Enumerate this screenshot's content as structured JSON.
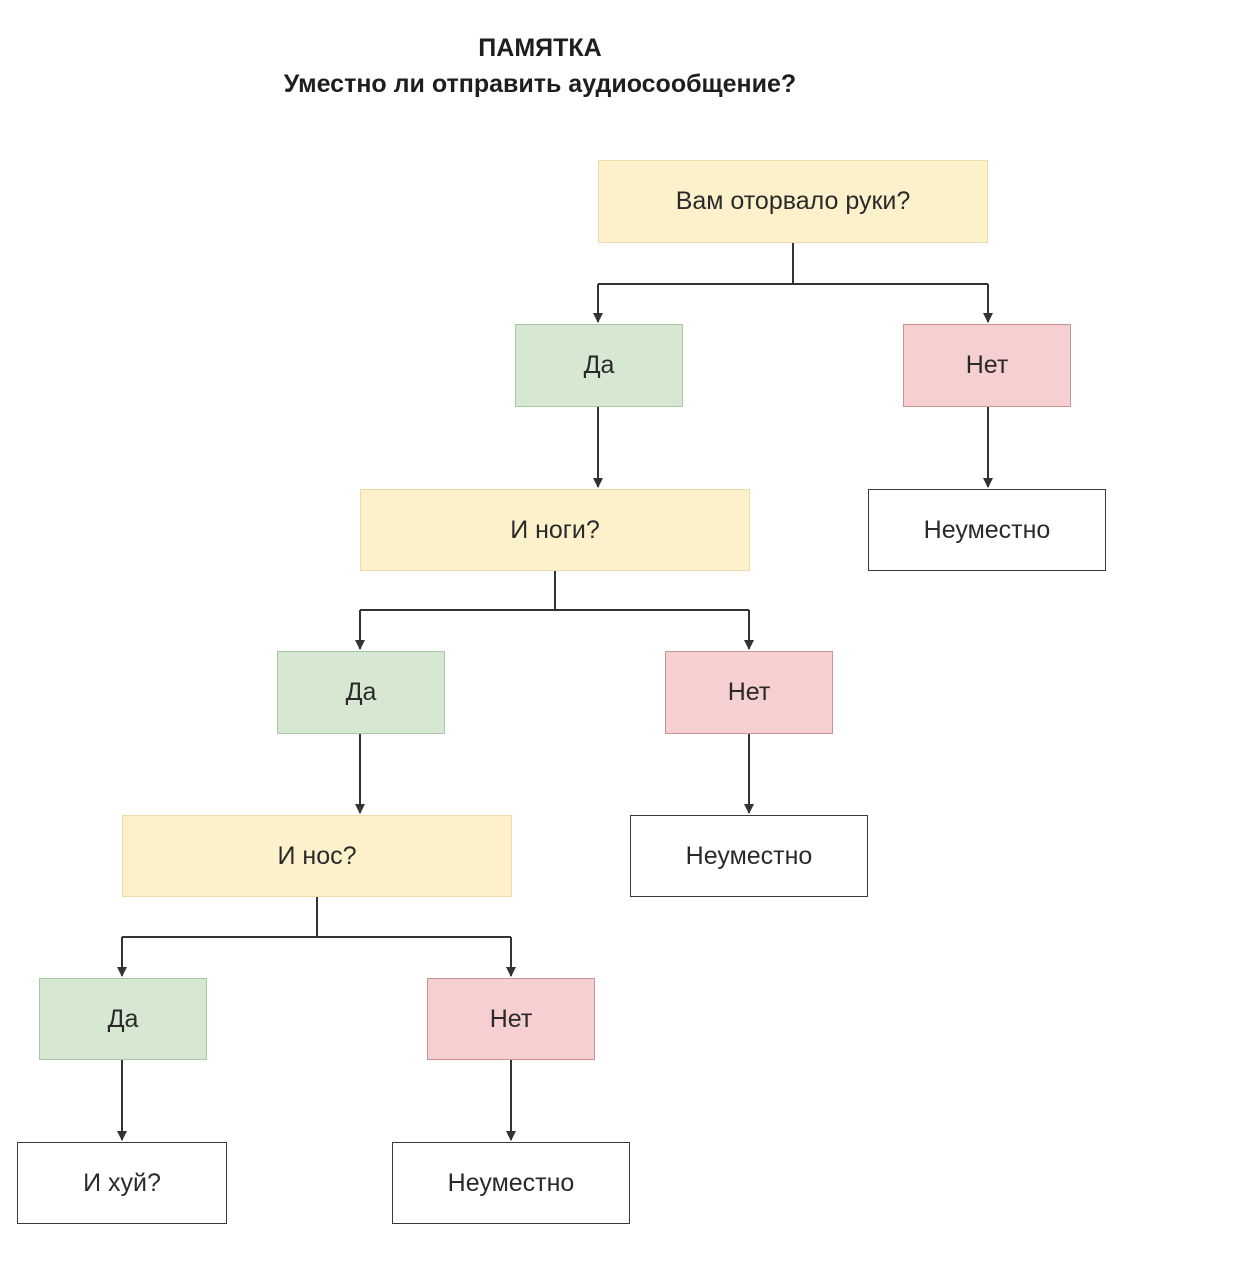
{
  "header": {
    "title": "ПАМЯТКА",
    "subtitle": "Уместно ли отправить аудиосообщение?"
  },
  "nodes": {
    "q_hands": "Вам оторвало руки?",
    "yes_1": "Да",
    "no_1": "Нет",
    "result_1": "Неуместно",
    "q_legs": "И ноги?",
    "yes_2": "Да",
    "no_2": "Нет",
    "result_2": "Неуместно",
    "q_nose": "И нос?",
    "yes_3": "Да",
    "no_3": "Нет",
    "result_3": "Неуместно",
    "q_final": "И хуй?"
  },
  "colors": {
    "question": "#fdf1cc",
    "yes": "#d6e8d2",
    "no": "#f6cfd1",
    "result": "#ffffff",
    "connector": "#333333"
  }
}
